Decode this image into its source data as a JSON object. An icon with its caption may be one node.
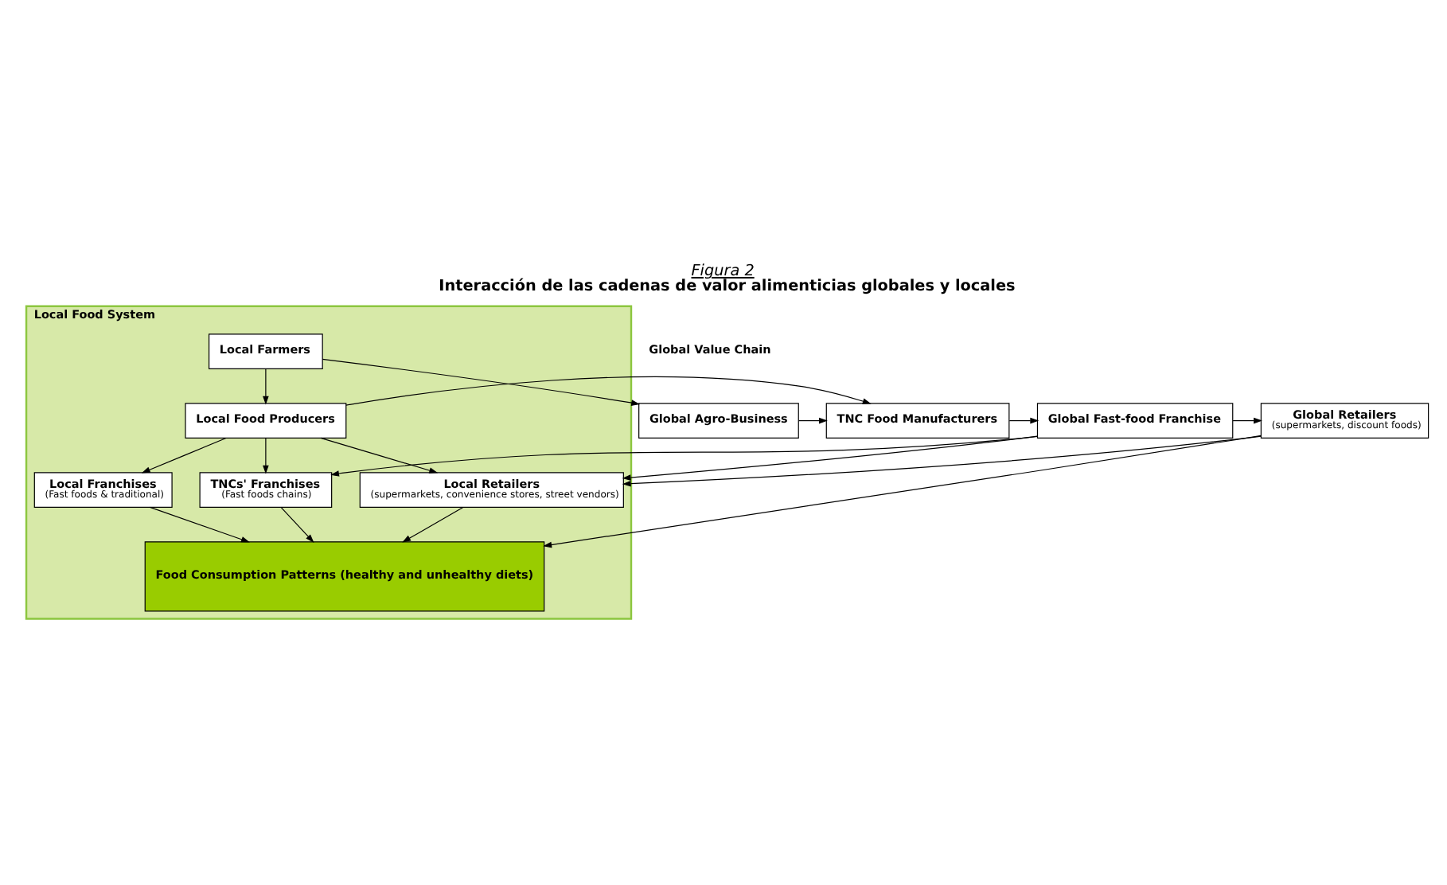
{
  "diagram": {
    "title": "Interacción de las cadenas de valor alimenticias globales y locales",
    "caption": "Figura 2",
    "nodes": [
      {
        "text": [
          "Global Agro-Business"
        ]
      },
      {
        "text": [
          "TNC Food Manufacturers"
        ]
      },
      {
        "text": [
          "Global Fast-food Franchise"
        ]
      },
      {
        "text": [
          "Global Retailers",
          "(supermarkets, discount foods)"
        ]
      },
      {
        "text": [
          "Local Food System"
        ]
      },
      {
        "text": [
          "Local Retailers",
          "(supermarkets, convenience stores, street vendors)"
        ],
        "in": 4
      },
      {
        "text": [
          "Local Farmers"
        ],
        "in": 4
      },
      {
        "text": [
          "Local Food Producers"
        ],
        "in": 4
      },
      {
        "text": [
          "TNCs' Franchises",
          "(Fast foods chains)"
        ],
        "in": 4
      },
      {
        "text": [
          "Local Franchises",
          "(Fast foods & traditional)"
        ],
        "in": 4
      },
      {
        "text": [
          "Food Consumption Patterns (healthy and unhealthy diets)"
        ],
        "in": 4
      }
    ],
    "edges": [
      {
        "from": 0,
        "to": 1,
        "arrow": "to"
      },
      {
        "from": 1,
        "to": 2,
        "arrow": "to"
      },
      {
        "from": 2,
        "to": 3,
        "arrow": "to"
      },
      {
        "from": 6,
        "to": 0,
        "arrow": "to"
      },
      {
        "from": 7,
        "to": 1,
        "arrow": "to"
      },
      {
        "from": 6,
        "to": 7,
        "arrow": "to"
      },
      {
        "from": 2,
        "to": 5,
        "arrow": "to"
      },
      {
        "from": 2,
        "to": 8,
        "arrow": "to"
      },
      {
        "from": 3,
        "to": 5,
        "arrow": "to"
      },
      {
        "from": 3,
        "to": 10,
        "arrow": "to"
      },
      {
        "from": 5,
        "to": 10,
        "arrow": "to"
      },
      {
        "from": 7,
        "to": 5,
        "arrow": "to"
      },
      {
        "from": 7,
        "to": 8,
        "arrow": "to"
      },
      {
        "from": 7,
        "to": 9,
        "arrow": "to"
      },
      {
        "from": 8,
        "to": 10,
        "arrow": "to"
      },
      {
        "from": 9,
        "to": 10,
        "arrow": "to"
      }
    ],
    "labels": [
      "Global Value Chain"
    ]
  }
}
